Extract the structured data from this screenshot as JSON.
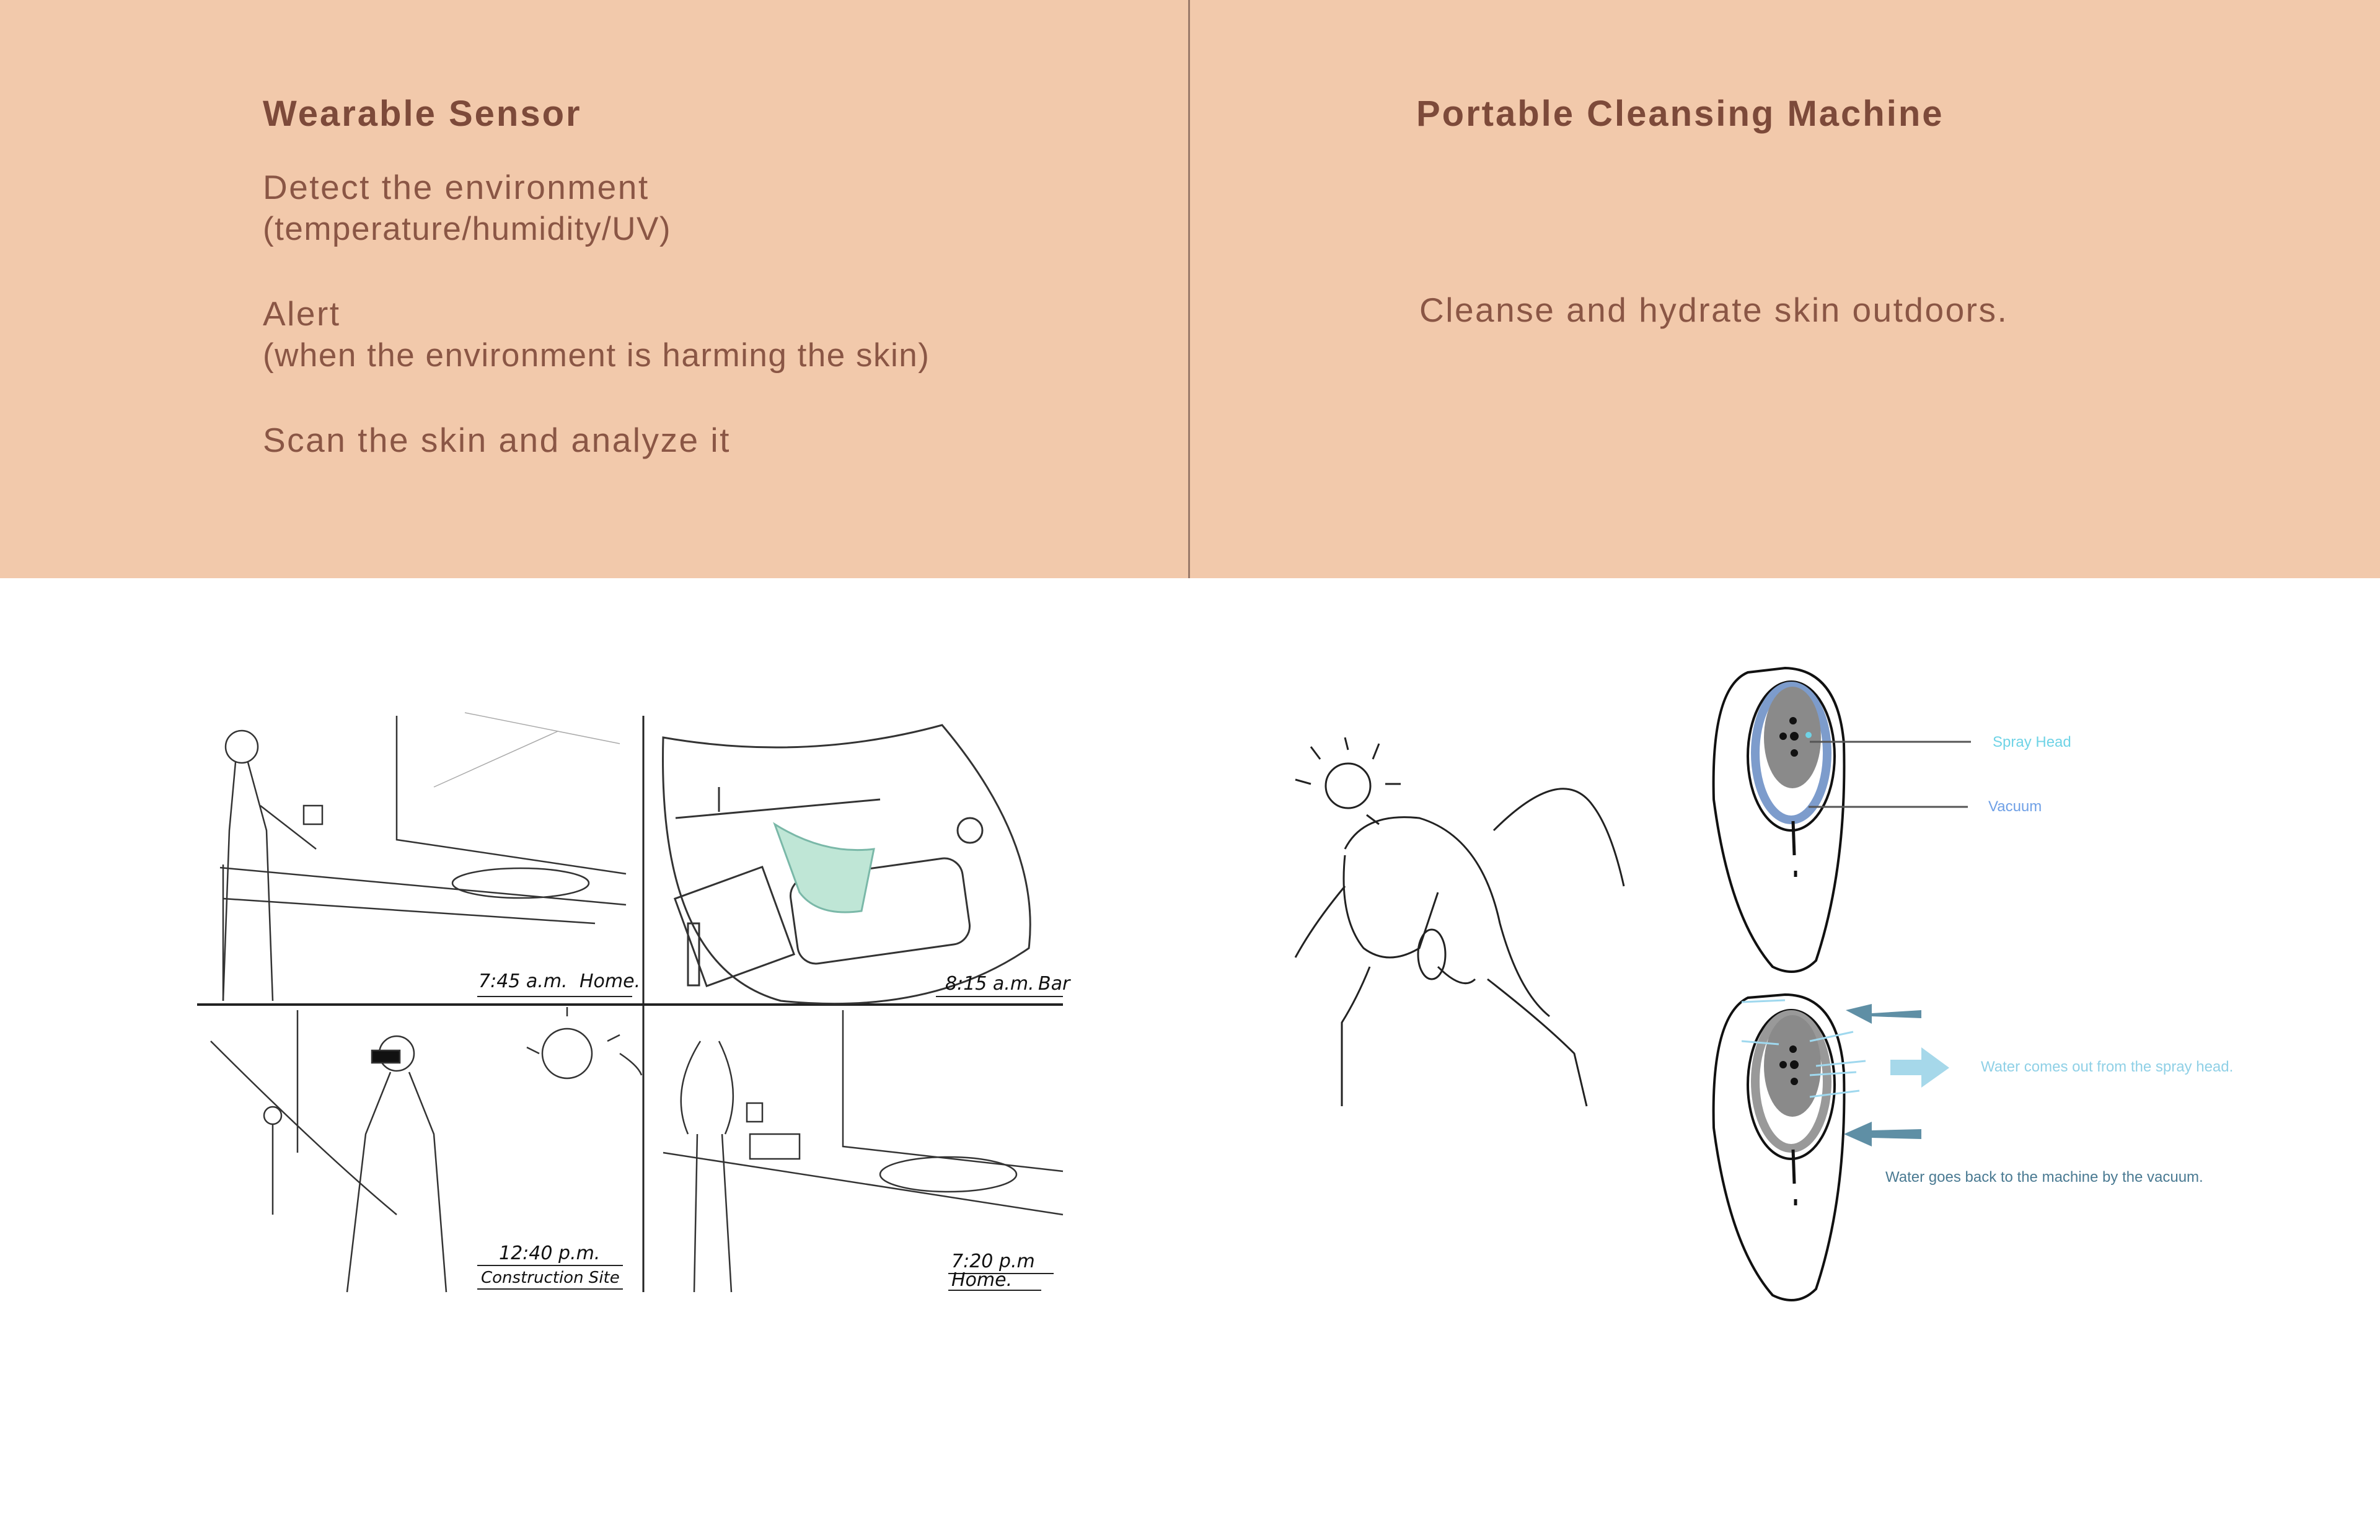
{
  "left_panel": {
    "title": "Wearable Sensor",
    "items": [
      {
        "main": "Detect the environment",
        "sub": "(temperature/humidity/UV)"
      },
      {
        "main": "Alert",
        "sub": "(when the environment is harming the skin)"
      },
      {
        "main": "Scan the skin and analyze it",
        "sub": ""
      }
    ]
  },
  "right_panel": {
    "title": "Portable Cleansing Machine",
    "description": "Cleanse and hydrate skin outdoors."
  },
  "storyboard": {
    "captions": [
      {
        "time": "7:45 a.m.",
        "place": "Home."
      },
      {
        "time": "8:15 a.m.",
        "place": "Bar"
      },
      {
        "time": "12:40 p.m.",
        "place": "Construction Site"
      },
      {
        "time": "7:20 p.m",
        "place": "Home."
      }
    ]
  },
  "device_diagram": {
    "labels": {
      "spray_head": "Spray Head",
      "vacuum": "Vacuum",
      "water_out": "Water comes out from the spray head.",
      "water_back": "Water goes back to the machine by the vacuum."
    },
    "colors": {
      "peach_band": "#f2c9ab",
      "heading": "#7d4a3a",
      "spray_label": "#6fd3e6",
      "vacuum_label": "#6fa0e6",
      "water_out_label": "#8fd0e6",
      "water_back_label": "#4a7a92"
    }
  }
}
